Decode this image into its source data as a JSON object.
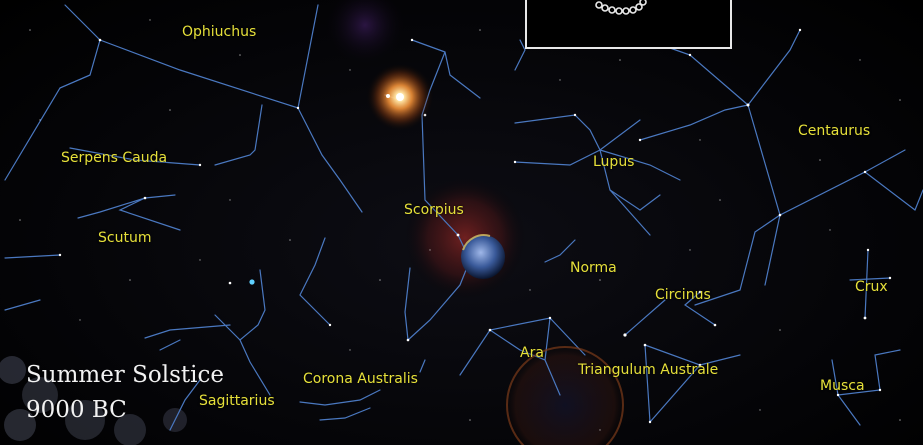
{
  "constellations": [
    {
      "name": "Ophiuchus"
    },
    {
      "name": "Serpens Cauda"
    },
    {
      "name": "Scutum"
    },
    {
      "name": "Scorpius"
    },
    {
      "name": "Lupus"
    },
    {
      "name": "Centaurus"
    },
    {
      "name": "Norma"
    },
    {
      "name": "Circinus"
    },
    {
      "name": "Crux"
    },
    {
      "name": "Ara"
    },
    {
      "name": "Triangulum Australe"
    },
    {
      "name": "Corona Australis"
    },
    {
      "name": "Sagittarius"
    },
    {
      "name": "Musca"
    }
  ],
  "caption": {
    "event": "Summer Solstice",
    "year": "9000 BC"
  },
  "colors": {
    "constellation_lines": "#4a78c0",
    "constellation_labels": "#e6e03a",
    "caption_text": "#f2f2f2",
    "sun_glow": "#ff9a3c",
    "planet_halo": "#c0302a"
  }
}
